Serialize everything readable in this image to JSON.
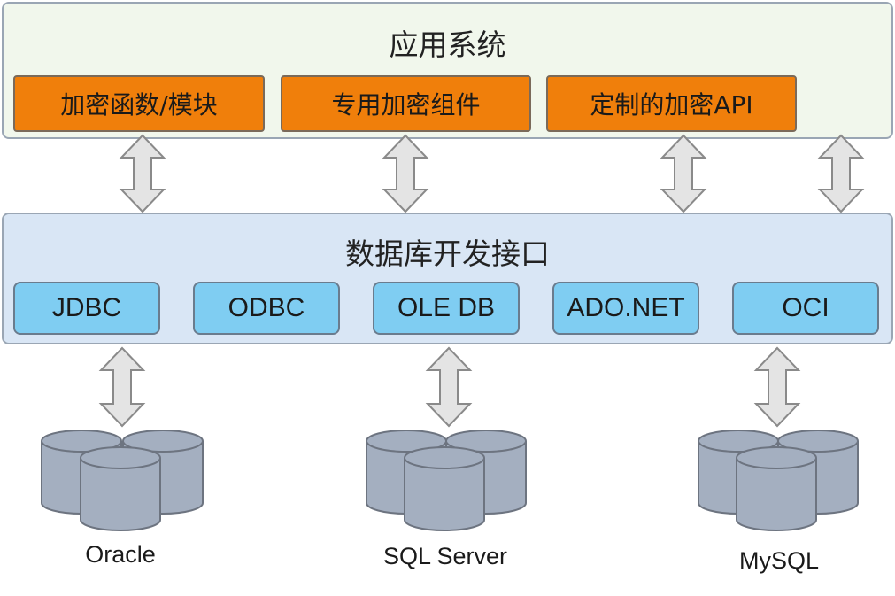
{
  "app_layer": {
    "title": "应用系统",
    "components": [
      "加密函数/模块",
      "专用加密组件",
      "定制的加密API"
    ]
  },
  "interface_layer": {
    "title": "数据库开发接口",
    "interfaces": [
      "JDBC",
      "ODBC",
      "OLE DB",
      "ADO.NET",
      "OCI"
    ]
  },
  "databases": [
    "Oracle",
    "SQL Server",
    "MySQL"
  ],
  "colors": {
    "app_panel_bg": "#f1f7ec",
    "interface_panel_bg": "#d9e6f5",
    "component_orange": "#f07f0b",
    "interface_blue": "#7fcdf2",
    "database_gray": "#a4afc0",
    "arrow_fill": "#e4e4e4"
  }
}
